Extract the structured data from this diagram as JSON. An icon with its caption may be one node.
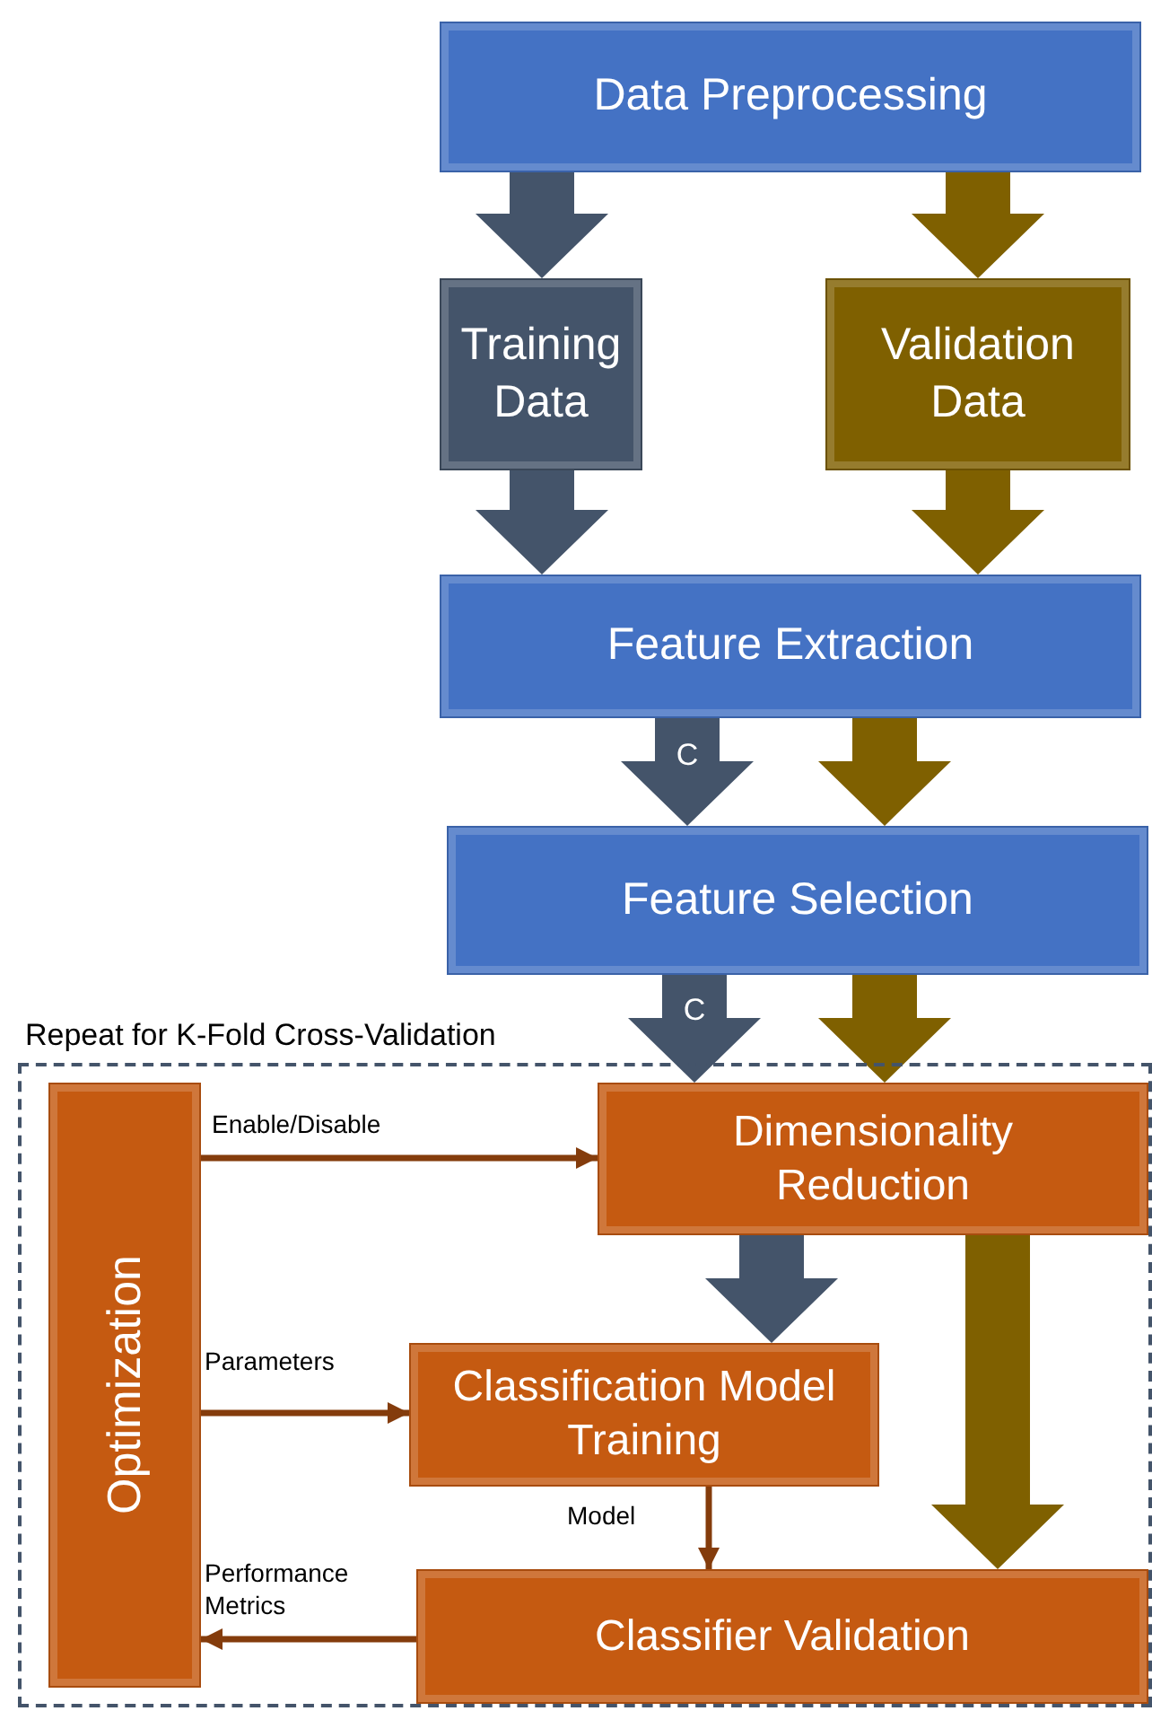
{
  "diagram": {
    "nodes": [
      {
        "text": [
          "Data Preprocessing"
        ]
      },
      {
        "text": [
          "Training Data"
        ]
      },
      {
        "text": [
          "Validation Data"
        ]
      },
      {
        "text": [
          "Feature Extraction"
        ]
      },
      {
        "text": [
          "Feature Selection"
        ]
      },
      {
        "text": [
          "Repeat for K-Fold Cross-Validation"
        ]
      },
      {
        "text": [
          "Optimization"
        ],
        "in": 5
      },
      {
        "text": [
          "Dimensionality Reduction"
        ],
        "in": 5
      },
      {
        "text": [
          "Classification Model Training"
        ],
        "in": 5
      },
      {
        "text": [
          "Classifier Validation"
        ],
        "in": 5
      }
    ],
    "edges": [
      {
        "from": 0,
        "to": 1,
        "arrow": "to",
        "style": "thick",
        "color": "#44546a"
      },
      {
        "from": 0,
        "to": 2,
        "arrow": "to",
        "style": "thick",
        "color": "#7f6000"
      },
      {
        "from": 1,
        "to": 3,
        "arrow": "to",
        "style": "thick",
        "color": "#44546a"
      },
      {
        "from": 2,
        "to": 3,
        "arrow": "to",
        "style": "thick",
        "color": "#7f6000"
      },
      {
        "from": 3,
        "to": 4,
        "arrow": "to",
        "style": "thick",
        "color": "#44546a",
        "label": "C"
      },
      {
        "from": 3,
        "to": 4,
        "arrow": "to",
        "style": "thick",
        "color": "#7f6000"
      },
      {
        "from": 4,
        "to": 7,
        "arrow": "to",
        "style": "thick",
        "color": "#44546a",
        "label": "C"
      },
      {
        "from": 4,
        "to": 7,
        "arrow": "to",
        "style": "thick",
        "color": "#7f6000"
      },
      {
        "from": 7,
        "to": 8,
        "arrow": "to",
        "style": "thick",
        "color": "#44546a"
      },
      {
        "from": 7,
        "to": 9,
        "arrow": "to",
        "style": "thick",
        "color": "#7f6000"
      },
      {
        "from": 6,
        "to": 7,
        "arrow": "to",
        "color": "#843c0c",
        "label": "Enable/Disable"
      },
      {
        "from": 6,
        "to": 8,
        "arrow": "to",
        "color": "#843c0c",
        "label": "Parameters"
      },
      {
        "from": 8,
        "to": 9,
        "arrow": "to",
        "color": "#843c0c",
        "label": "Model"
      },
      {
        "from": 9,
        "to": 6,
        "arrow": "to",
        "color": "#843c0c",
        "label": "Performance Metrics"
      }
    ]
  }
}
